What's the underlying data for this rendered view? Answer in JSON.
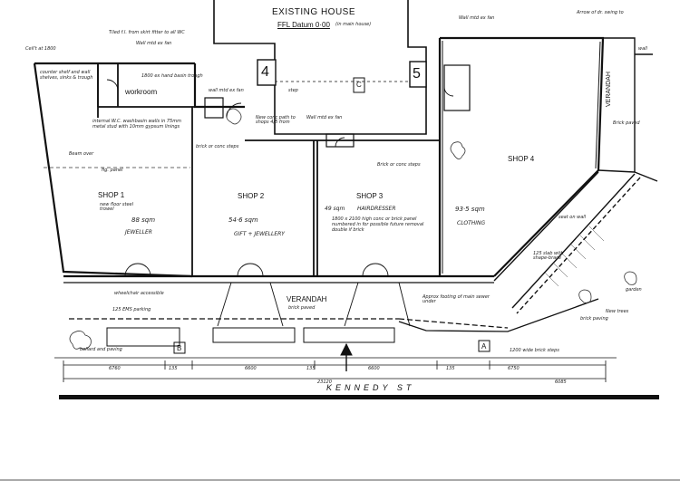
{
  "plan": {
    "existing_house": {
      "title": "EXISTING HOUSE",
      "datum": "FFL Datum 0·00",
      "datum_note": "(in main house)"
    },
    "section_marks": [
      "4",
      "5"
    ],
    "door_mark": "C",
    "rooms": {
      "workroom": "workroom",
      "shop1": {
        "name": "SHOP 1",
        "area": "88 sqm",
        "use": "JEWELLER",
        "note": "new floor steel trowel"
      },
      "shop2": {
        "name": "SHOP 2",
        "area": "54·6 sqm",
        "use": "GIFT + JEWELLERY"
      },
      "shop3": {
        "name": "SHOP 3",
        "area": "49 sqm",
        "use": "HAIRDRESSER",
        "note": "1800 x 2100 high conc or brick panel numbered in for possible future removal double if brick"
      },
      "shop4": {
        "name": "SHOP 4",
        "area": "93·5 sqm",
        "use": "CLOTHING"
      },
      "verandah_front": "VERANDAH",
      "verandah_front_note": "brick paved",
      "verandah_side": "VERANDAH"
    },
    "notes": {
      "ceil_tl": "Ceil't at 1800",
      "tiled_wc": "Tiled f.l. from skirt fitter to all WC",
      "wall_fan_1": "Wall mtd ex fan",
      "basin_note": "1800 ex hand basin trough",
      "wall_fan_2": "wall mtd ex fan",
      "wall_fan_3": "Wall mtd ex fan",
      "new_conc": "New conc path to shops 4/5 from",
      "step": "step",
      "brick_steps": "brick or conc steps",
      "brick_steps_2": "Brick or conc steps",
      "internal_wc": "internal W.C. washbasin walls in 75mm metal stud with 10mm gypsum linings",
      "beam_over": "Beam over",
      "fig_panel": "fig. panel",
      "counter": "counter shelf and wall shelves, sinks & trough",
      "wheelchair": "wheelchair accessible",
      "parking": "125 EMS parking",
      "bollard": "bollard and paving",
      "approx_footing": "Approx footing of main sewer under",
      "seat": "seat on wall",
      "wall_fan_tr": "Wall mtd ex fan",
      "shed_arrow": "Arrow of dr. swing to",
      "wall_2": "wall",
      "garden": "garden",
      "slab_note": "125 slab with shape-brace",
      "brick_step_wide": "1200 wide brick steps",
      "paving_note": "brick paving",
      "new_tree": "New trees",
      "verandah_note": "Brick paved"
    },
    "dimensions": [
      "6760",
      "135",
      "6600",
      "135",
      "6600",
      "135",
      "6750",
      "23120",
      "6085"
    ],
    "street": "KENNEDY ST",
    "section_markers": [
      "B",
      "A"
    ]
  }
}
